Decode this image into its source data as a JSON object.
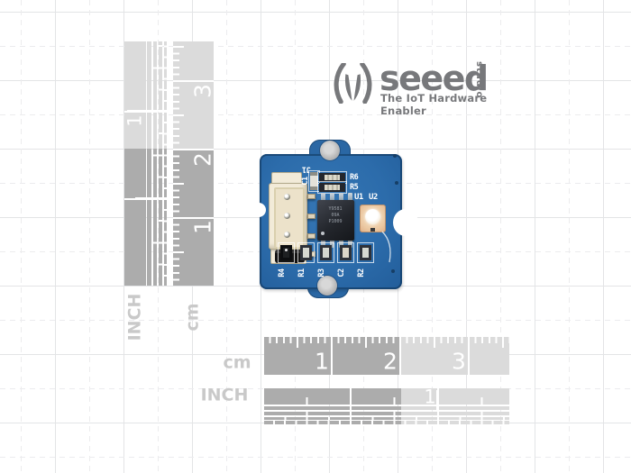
{
  "logo": {
    "wordmark": "seeed",
    "studio": "studio",
    "tagline": "The IoT Hardware Enabler",
    "color": "#77787b"
  },
  "rulers": {
    "cm_label": "cm",
    "inch_label": "INCH",
    "bottom_cm_numbers": [
      "1",
      "2",
      "3"
    ],
    "bottom_inch_numbers": [
      "1"
    ],
    "left_cm_numbers": [
      "1",
      "2",
      "3"
    ],
    "left_inch_numbers": [
      "1"
    ],
    "dark_gray": "#acacac",
    "light_gray": "#dbdbdb",
    "tick_color": "#ffffff"
  },
  "board": {
    "pcb_color": "#2c6cab",
    "labels": {
      "j1": "J1",
      "c1": "C1",
      "r6": "R6",
      "r5": "R5",
      "u1": "U1",
      "u2": "U2",
      "r4": "R4",
      "r1": "R1",
      "r3": "R3",
      "c2": "C2",
      "r2": "R2"
    },
    "chip_marking": [
      "Y9581",
      "09A",
      "P1009"
    ]
  }
}
